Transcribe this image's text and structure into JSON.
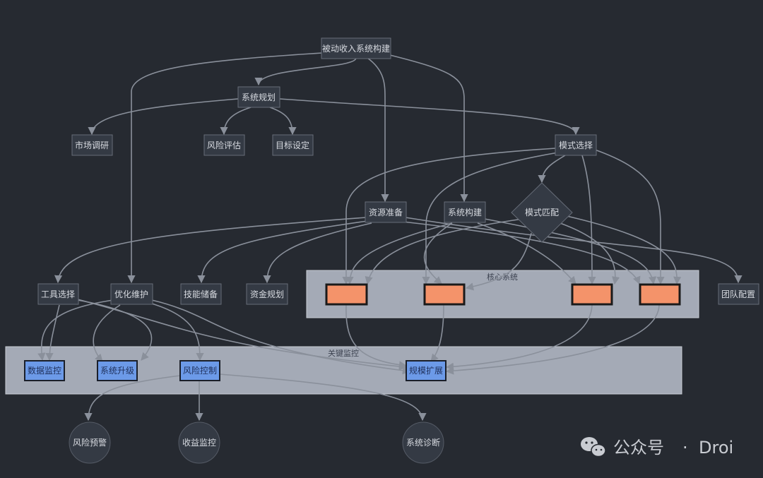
{
  "diagram": {
    "root": "被动收入系统构建",
    "system_plan": "系统规划",
    "market_research": "市场调研",
    "risk_assessment": "风险评估",
    "goal_setting": "目标设定",
    "mode_select": "模式选择",
    "mode_match": "模式匹配",
    "resource_prep": "资源准备",
    "system_build": "系统构建",
    "tool_select": "工具选择",
    "optimize": "优化维护",
    "skill_reserve": "技能储备",
    "fund_plan": "资金规划",
    "team_config": "团队配置",
    "core_cluster": "核心系统",
    "core_nodes": [
      "",
      "",
      "",
      ""
    ],
    "monitor_cluster": "关键监控",
    "data_monitor": "数据监控",
    "system_upgrade": "系统升级",
    "risk_control": "风险控制",
    "scale_expand": "规模扩展",
    "risk_warning": "风险预警",
    "revenue_monitor": "收益监控",
    "system_diagnosis": "系统诊断"
  },
  "watermark": {
    "separator": "·",
    "text_left": "公众号",
    "text_right": "Droi"
  },
  "colors": {
    "background": "#262a31",
    "core_fill": "#f4936a",
    "monitor_fill": "#6c9ae8",
    "cluster_fill": "#a4aab6"
  }
}
